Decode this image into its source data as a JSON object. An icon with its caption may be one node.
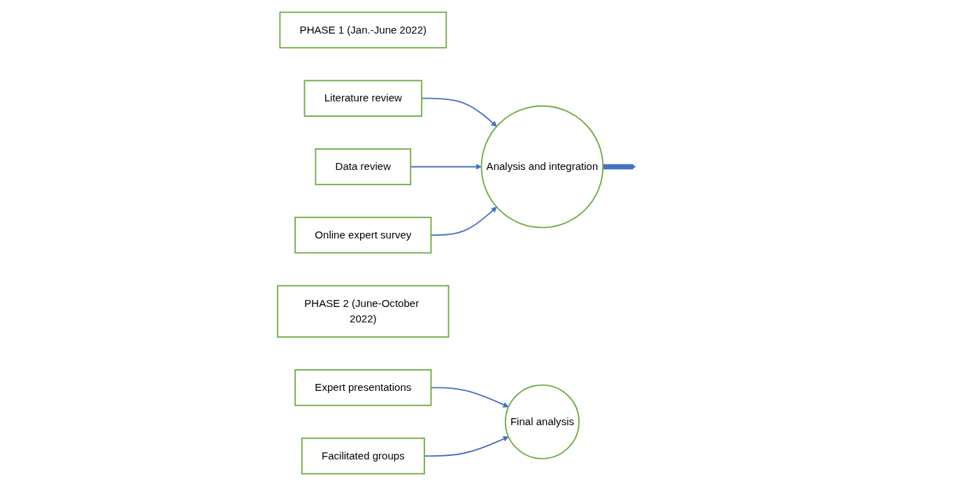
{
  "diagram": {
    "nodes": [
      {
        "text": [
          "PHASE 1 (Jan.-June 2022)"
        ]
      },
      {
        "text": [
          "Literature review"
        ]
      },
      {
        "text": [
          "Data review"
        ]
      },
      {
        "text": [
          "Online expert survey"
        ]
      },
      {
        "text": [
          "Analysis and integration"
        ]
      },
      {
        "text": [
          "PHASE 2 (June-October 2022)"
        ]
      },
      {
        "text": [
          "Expert presentations"
        ]
      },
      {
        "text": [
          "Facilitated groups"
        ]
      },
      {
        "text": [
          "Final analysis"
        ]
      }
    ],
    "edges": [
      {
        "from": 1,
        "to": 4,
        "arrow": "to"
      },
      {
        "from": 2,
        "to": 4,
        "arrow": "to"
      },
      {
        "from": 3,
        "to": 4,
        "arrow": "to"
      },
      {
        "from": 4,
        "to": null,
        "arrow": "to",
        "style": "thick"
      },
      {
        "from": 6,
        "to": 8,
        "arrow": "to"
      },
      {
        "from": 7,
        "to": 8,
        "arrow": "to"
      }
    ]
  }
}
